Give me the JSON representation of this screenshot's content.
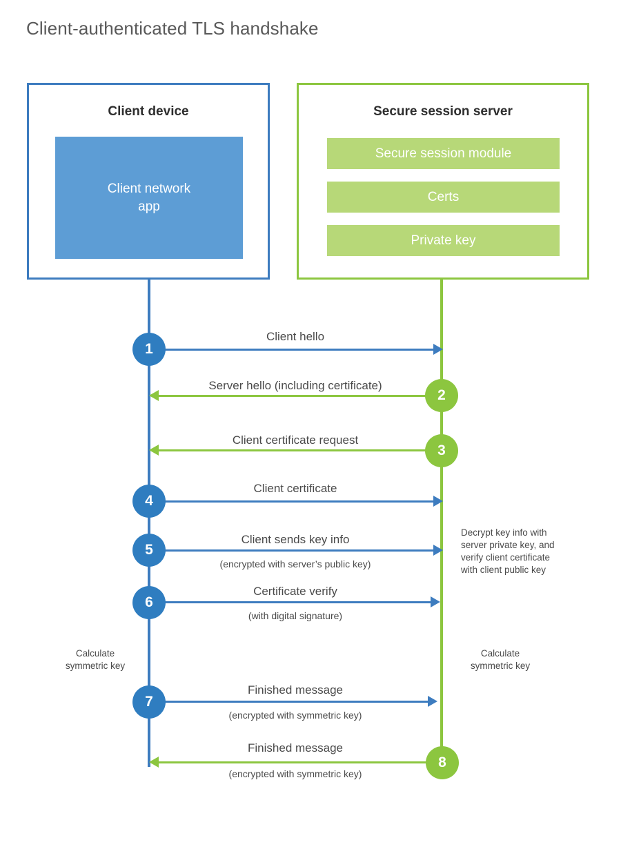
{
  "title": "Client-authenticated TLS handshake",
  "colors": {
    "blue_border": "#3d7cbf",
    "blue_fill": "#5d9dd5",
    "blue_circle": "#2f7dc0",
    "green_border": "#8cc63f",
    "green_fill": "#b7d878",
    "green_circle": "#8cc63f",
    "text": "#4a4a4a",
    "title_text": "#595959",
    "background": "#ffffff"
  },
  "client": {
    "title": "Client device",
    "app_label": "Client network app",
    "app_label_line1": "Client network",
    "app_label_line2": "app"
  },
  "server": {
    "title": "Secure session server",
    "components": [
      {
        "label": "Secure session module"
      },
      {
        "label": "Certs"
      },
      {
        "label": "Private key"
      }
    ]
  },
  "steps": [
    {
      "number": "1",
      "label": "Client hello",
      "sublabel": "",
      "direction": "client-to-server",
      "color": "blue"
    },
    {
      "number": "2",
      "label": "Server hello (including certificate)",
      "sublabel": "",
      "direction": "server-to-client",
      "color": "green"
    },
    {
      "number": "3",
      "label": "Client certificate request",
      "sublabel": "",
      "direction": "server-to-client",
      "color": "green"
    },
    {
      "number": "4",
      "label": "Client certificate",
      "sublabel": "",
      "direction": "client-to-server",
      "color": "blue"
    },
    {
      "number": "5",
      "label": "Client sends key info",
      "sublabel": "(encrypted with server’s public key)",
      "direction": "client-to-server",
      "color": "blue"
    },
    {
      "number": "6",
      "label": "Certificate verify",
      "sublabel": "(with digital signature)",
      "direction": "client-to-server",
      "color": "blue"
    },
    {
      "number": "7",
      "label": "Finished message",
      "sublabel": "(encrypted with symmetric key)",
      "direction": "client-to-server",
      "color": "blue"
    },
    {
      "number": "8",
      "label": "Finished message",
      "sublabel": "(encrypted with symmetric key)",
      "direction": "server-to-client",
      "color": "green"
    }
  ],
  "notes": {
    "server_decrypt": "Decrypt key info with server private key, and verify client certificate with client public key",
    "server_decrypt_lines": [
      "Decrypt key info with",
      "server private key, and",
      "verify client certificate",
      "with client public key"
    ],
    "client_calculate": "Calculate symmetric key",
    "client_calculate_lines": [
      "Calculate",
      "symmetric key"
    ],
    "server_calculate": "Calculate symmetric key",
    "server_calculate_lines": [
      "Calculate",
      "symmetric key"
    ]
  }
}
